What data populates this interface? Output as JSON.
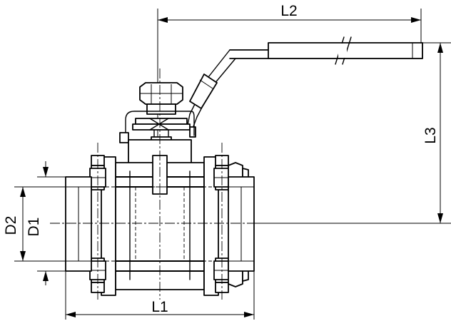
{
  "drawing": {
    "subject": "",
    "dimensions": {
      "l1": "L1",
      "l2": "L2",
      "l3": "L3",
      "d1": "D1",
      "d2": "D2"
    }
  }
}
